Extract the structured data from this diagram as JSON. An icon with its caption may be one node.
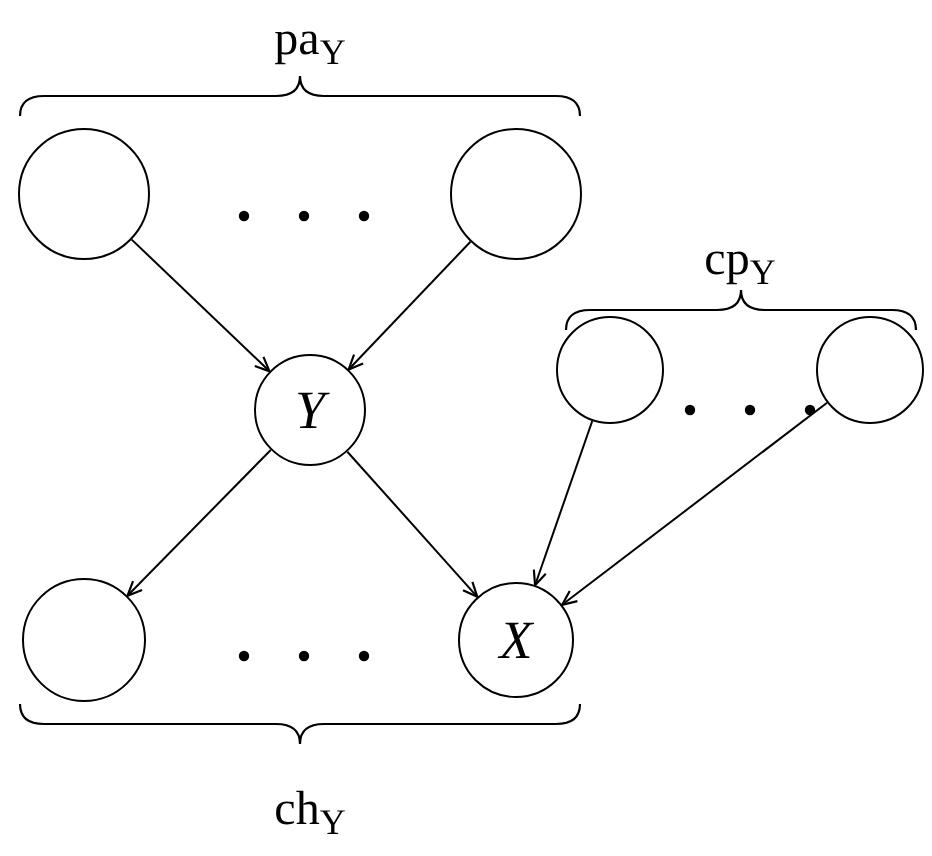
{
  "diagram": {
    "nodes": [
      {
        "text": [],
        "shape": "circle"
      },
      {
        "text": [],
        "shape": "circle"
      },
      {
        "text": [
          "Y"
        ]
      },
      {
        "text": [],
        "shape": "circle"
      },
      {
        "text": [],
        "shape": "circle"
      },
      {
        "text": [],
        "shape": "circle"
      },
      {
        "text": [
          "X"
        ]
      }
    ],
    "edges": [
      {
        "from": 0,
        "to": 2,
        "arrow": "to"
      },
      {
        "from": 1,
        "to": 2,
        "arrow": "to"
      },
      {
        "from": 2,
        "to": 5,
        "arrow": "to"
      },
      {
        "from": 2,
        "to": 6,
        "arrow": "to"
      },
      {
        "from": 3,
        "to": 6,
        "arrow": "to"
      },
      {
        "from": 4,
        "to": 6,
        "arrow": "to"
      }
    ],
    "labels": [
      "pa$_{Y}$",
      "cp$_{Y}$",
      "ch$_{Y}$"
    ]
  }
}
